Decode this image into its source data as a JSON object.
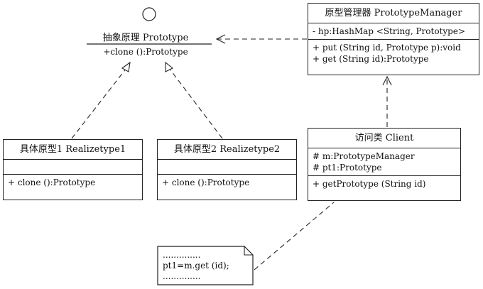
{
  "prototype_interface": {
    "title": "抽象原理  Prototype",
    "method": "+clone ():Prototype"
  },
  "prototype_manager": {
    "title": "原型管理器  PrototypeManager",
    "attribute": "- hp:HashMap <String, Prototype>",
    "methods": [
      "+ put (String id,  Prototype p):void",
      "+ get (String id):Prototype"
    ]
  },
  "realizetype1": {
    "title": "具体原型1  Realizetype1",
    "method": "+ clone ():Prototype"
  },
  "realizetype2": {
    "title": "具体原型2  Realizetype2",
    "method": "+ clone ():Prototype"
  },
  "client": {
    "title": "访问类  Client",
    "attributes": [
      "# m:PrototypeManager",
      "# pt1:Prototype"
    ],
    "method": "+ getPrototype (String id)"
  },
  "note": {
    "lines": [
      "..............",
      "pt1=m.get (id);",
      ".............."
    ]
  }
}
